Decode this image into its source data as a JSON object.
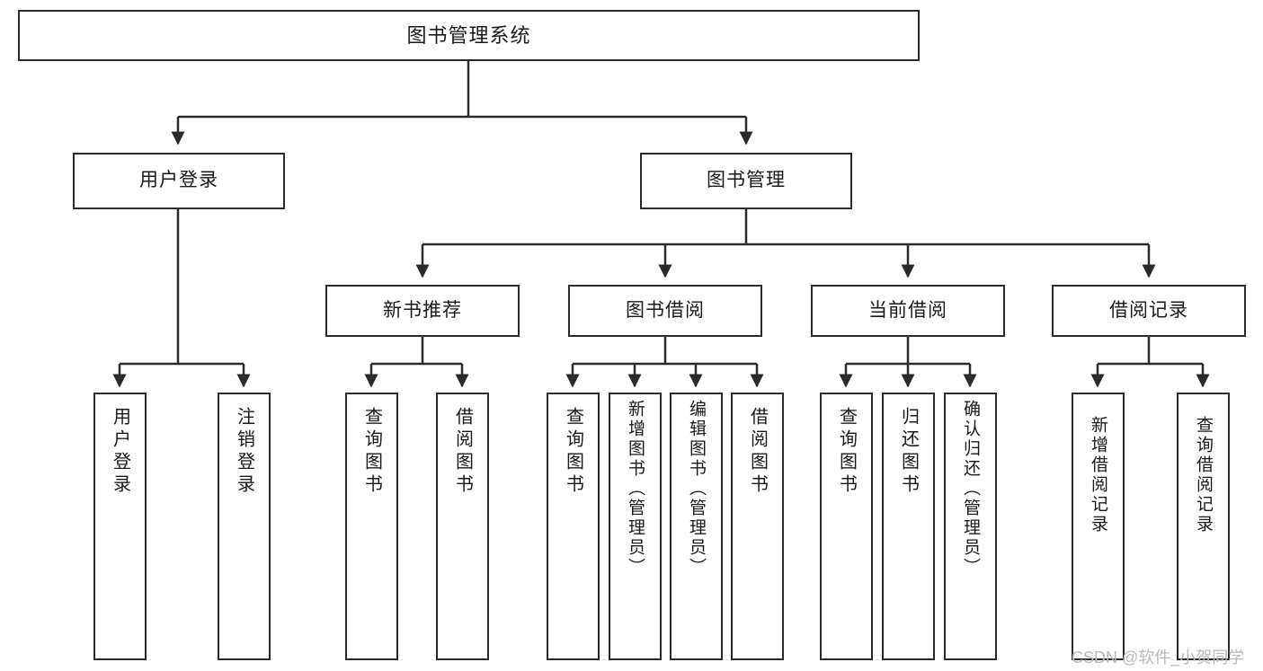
{
  "diagram": {
    "title": "图书管理系统",
    "type": "tree-hierarchy-chart",
    "colors": {
      "box_border": "#2b2b2b",
      "box_fill": "#ffffff",
      "edge": "#2b2b2b",
      "text": "#1a1a1a",
      "watermark": "#b9b9b9",
      "background": "#ffffff"
    },
    "root": {
      "label": "图书管理系统"
    },
    "branches": [
      {
        "label": "用户登录"
      },
      {
        "label": "图书管理"
      }
    ],
    "categories": [
      {
        "label": "新书推荐"
      },
      {
        "label": "图书借阅"
      },
      {
        "label": "当前借阅"
      },
      {
        "label": "借阅记录"
      }
    ],
    "leaves": {
      "user_login": [
        {
          "label": "用户登录"
        },
        {
          "label": "注销登录"
        }
      ],
      "new_book_recommend": [
        {
          "label": "查询图书"
        },
        {
          "label": "借阅图书"
        }
      ],
      "book_borrow": [
        {
          "label": "查询图书"
        },
        {
          "label": "新增图书（管理员）"
        },
        {
          "label": "编辑图书（管理员）"
        },
        {
          "label": "借阅图书"
        }
      ],
      "current_borrow": [
        {
          "label": "查询图书"
        },
        {
          "label": "归还图书"
        },
        {
          "label": "确认归还（管理员）"
        }
      ],
      "borrow_record": [
        {
          "label": "新增借阅记录"
        },
        {
          "label": "查询借阅记录"
        }
      ]
    },
    "watermark": "CSDN @软件_小贺同学"
  }
}
